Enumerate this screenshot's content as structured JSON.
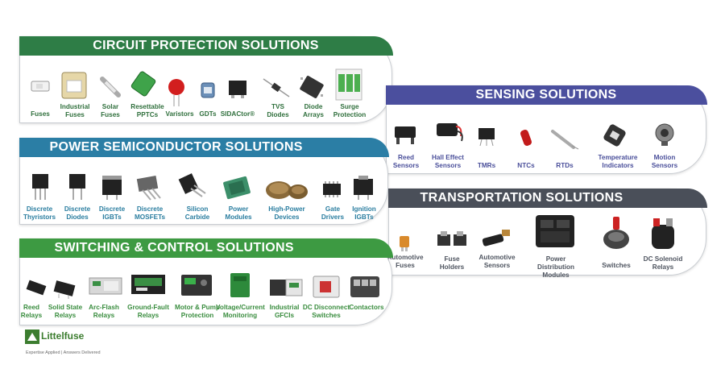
{
  "colors": {
    "circuit_protection": "#2e7d46",
    "power_semiconductor": "#2b7ea5",
    "switching_control": "#3d9a42",
    "sensing": "#4b4f9e",
    "transportation": "#4a4f59"
  },
  "circuit_protection": {
    "title": "CIRCUIT PROTECTION SOLUTIONS",
    "items": [
      {
        "label": "Fuses",
        "icon": "fuse-icon"
      },
      {
        "label": "Industrial\nFuses",
        "icon": "industrial-fuse-icon"
      },
      {
        "label": "Solar\nFuses",
        "icon": "solar-fuse-icon"
      },
      {
        "label": "Resettable\nPPTCs",
        "icon": "pptc-icon"
      },
      {
        "label": "Varistors",
        "icon": "varistor-icon"
      },
      {
        "label": "GDTs",
        "icon": "gdt-icon"
      },
      {
        "label": "SIDACtor®",
        "icon": "sidactor-icon"
      },
      {
        "label": "TVS\nDiodes",
        "icon": "tvs-diode-icon"
      },
      {
        "label": "Diode\nArrays",
        "icon": "diode-array-icon"
      },
      {
        "label": "Surge\nProtection",
        "icon": "surge-protector-icon"
      }
    ]
  },
  "power_semiconductor": {
    "title": "POWER SEMICONDUCTOR SOLUTIONS",
    "items": [
      {
        "label": "Discrete\nThyristors",
        "icon": "thyristor-icon"
      },
      {
        "label": "Discrete\nDiodes",
        "icon": "diode-package-icon"
      },
      {
        "label": "Discrete\nIGBTs",
        "icon": "igbt-icon"
      },
      {
        "label": "Discrete\nMOSFETs",
        "icon": "mosfet-icon"
      },
      {
        "label": "Silicon\nCarbide",
        "icon": "silicon-carbide-icon"
      },
      {
        "label": "Power\nModules",
        "icon": "power-module-icon"
      },
      {
        "label": "High-Power\nDevices",
        "icon": "high-power-device-icon"
      },
      {
        "label": "Gate\nDrivers",
        "icon": "gate-driver-icon"
      },
      {
        "label": "Ignition\nIGBTs",
        "icon": "ignition-igbt-icon"
      }
    ]
  },
  "switching_control": {
    "title": "SWITCHING & CONTROL SOLUTIONS",
    "items": [
      {
        "label": "Reed\nRelays",
        "icon": "reed-relay-icon"
      },
      {
        "label": "Solid State\nRelays",
        "icon": "solid-state-relay-icon"
      },
      {
        "label": "Arc-Flash\nRelays",
        "icon": "arc-flash-relay-icon"
      },
      {
        "label": "Ground-Fault\nRelays",
        "icon": "ground-fault-relay-icon"
      },
      {
        "label": "Motor & Pump\nProtection",
        "icon": "motor-protection-icon"
      },
      {
        "label": "Voltage/Current\nMonitoring",
        "icon": "monitoring-relay-icon"
      },
      {
        "label": "Industrial\nGFCIs",
        "icon": "gfci-icon"
      },
      {
        "label": "DC Disconnect\nSwitches",
        "icon": "dc-disconnect-icon"
      },
      {
        "label": "Contactors",
        "icon": "contactor-icon"
      }
    ]
  },
  "sensing": {
    "title": "SENSING SOLUTIONS",
    "items": [
      {
        "label": "Reed\nSensors",
        "icon": "reed-sensor-icon"
      },
      {
        "label": "Hall Effect\nSensors",
        "icon": "hall-effect-sensor-icon"
      },
      {
        "label": "TMRs",
        "icon": "tmr-icon"
      },
      {
        "label": "NTCs",
        "icon": "ntc-icon"
      },
      {
        "label": "RTDs",
        "icon": "rtd-icon"
      },
      {
        "label": "Temperature\nIndicators",
        "icon": "temperature-indicator-icon"
      },
      {
        "label": "Motion\nSensors",
        "icon": "motion-sensor-icon"
      }
    ]
  },
  "transportation": {
    "title": "TRANSPORTATION SOLUTIONS",
    "items": [
      {
        "label": "Automotive\nFuses",
        "icon": "automotive-fuse-icon"
      },
      {
        "label": "Fuse\nHolders",
        "icon": "fuse-holder-icon"
      },
      {
        "label": "Automotive\nSensors",
        "icon": "automotive-sensor-icon"
      },
      {
        "label": "Power Distribution\nModules",
        "icon": "power-distribution-module-icon"
      },
      {
        "label": "Switches",
        "icon": "battery-switch-icon"
      },
      {
        "label": "DC Solenoid\nRelays",
        "icon": "dc-solenoid-relay-icon"
      }
    ]
  },
  "brand": {
    "name": "Littelfuse",
    "tagline": "Expertise Applied | Answers Delivered"
  }
}
